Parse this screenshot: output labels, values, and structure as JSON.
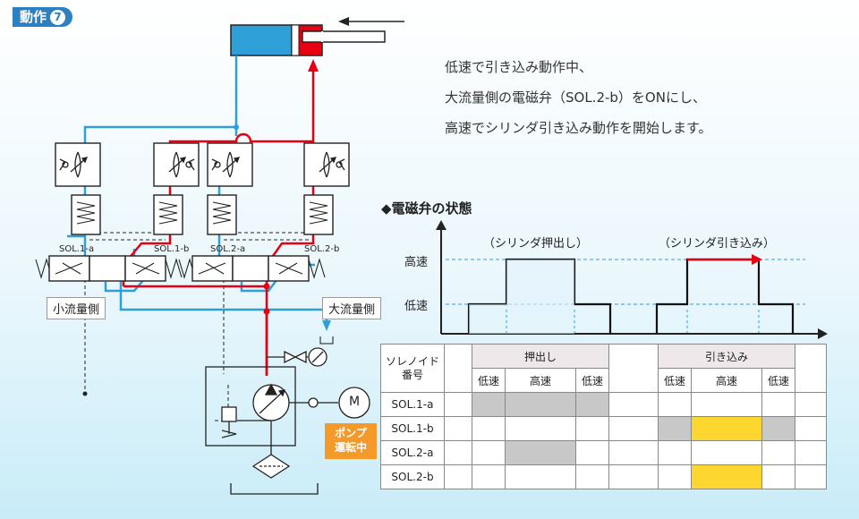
{
  "badge": {
    "label": "動作",
    "number": "7"
  },
  "description": [
    "低速で引き込み動作中、",
    "大流量側の電磁弁（SOL.2-b）をONにし、",
    "高速でシリンダ引き込み動作を開始します。"
  ],
  "circuit": {
    "valve_labels": [
      "SOL.1-a",
      "SOL.1-b",
      "SOL.2-a",
      "SOL.2-b"
    ],
    "small_flow_label": "小流量側",
    "large_flow_label": "大流量側",
    "pump_status": [
      "ポンプ",
      "運転中"
    ],
    "motor_label": "M"
  },
  "state_chart": {
    "title": "◆電磁弁の状態",
    "extend_label": "（シリンダ押出し）",
    "retract_label": "（シリンダ引き込み）",
    "high_label": "高速",
    "low_label": "低速"
  },
  "table": {
    "corner": [
      "ソレノイド",
      "番号"
    ],
    "group_extend": "押出し",
    "group_retract": "引き込み",
    "sub": [
      "低速",
      "高速",
      "低速",
      "低速",
      "高速",
      "低速"
    ],
    "rows": [
      {
        "name": "SOL.1-a",
        "cells": [
          "",
          "gray",
          "gray",
          "gray",
          "",
          "",
          "",
          "",
          ""
        ]
      },
      {
        "name": "SOL.1-b",
        "cells": [
          "",
          "",
          "",
          "",
          "",
          "gray",
          "yellow",
          "gray",
          ""
        ]
      },
      {
        "name": "SOL.2-a",
        "cells": [
          "",
          "",
          "gray",
          "",
          "",
          "",
          "",
          "",
          ""
        ]
      },
      {
        "name": "SOL.2-b",
        "cells": [
          "",
          "",
          "",
          "",
          "",
          "",
          "yellow",
          "",
          ""
        ]
      }
    ]
  },
  "colors": {
    "red": "#e60012",
    "blue": "#2f9fd8",
    "gray": "#c8c8c8",
    "yellow": "#fdd630",
    "orange": "#f39a2b"
  }
}
